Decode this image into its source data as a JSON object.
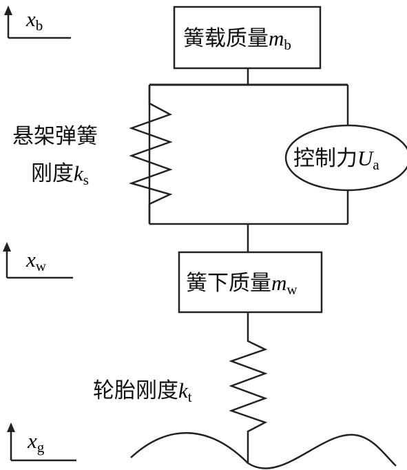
{
  "sprung_mass": {
    "label": "簧载质量",
    "symbol": "m",
    "subscript": "b"
  },
  "unsprung_mass": {
    "label": "簧下质量",
    "symbol": "m",
    "subscript": "w"
  },
  "suspension_spring": {
    "line1": "悬架弹簧",
    "line2": "刚度",
    "symbol": "k",
    "subscript": "s"
  },
  "control_force": {
    "label": "控制力",
    "symbol": "U",
    "subscript": "a"
  },
  "tire_stiffness": {
    "label": "轮胎刚度",
    "symbol": "k",
    "subscript": "t"
  },
  "displacements": {
    "body": {
      "symbol": "x",
      "subscript": "b"
    },
    "wheel": {
      "symbol": "x",
      "subscript": "w"
    },
    "ground": {
      "symbol": "x",
      "subscript": "g"
    }
  }
}
